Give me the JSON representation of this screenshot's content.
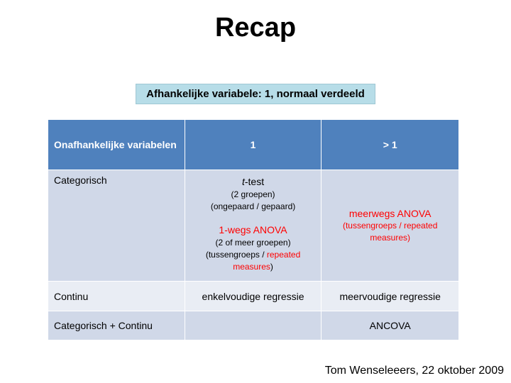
{
  "title": "Recap",
  "dependent_box": "Afhankelijke variabele: 1, normaal verdeeld",
  "table": {
    "header": {
      "col0": "Onafhankelijke variabelen",
      "col1": "1",
      "col2": "> 1"
    },
    "rows": {
      "categorisch": {
        "label": "Categorisch",
        "ttest_italic": "t",
        "ttest_rest": "-test",
        "ttest_line1": "(2 groepen)",
        "ttest_line2": "(ongepaard / gepaard)",
        "anova1_title": "1-wegs ANOVA",
        "anova1_line1": "(2 of meer groepen)",
        "anova1_line2_prefix": "(tussengroeps / ",
        "anova1_line2_red": "repeated",
        "anova1_line3_red": "measures",
        "anova1_line3_suffix": ")",
        "anova2_title": "meerwegs ANOVA",
        "anova2_line1": "(tussengroeps / repeated",
        "anova2_line2": "measures)"
      },
      "continu": {
        "label": "Continu",
        "col1": "enkelvoudige regressie",
        "col2": "meervoudige regressie"
      },
      "mixed": {
        "label": "Categorisch + Continu",
        "col1": "",
        "col2": "ANCOVA"
      }
    }
  },
  "footer": "Tom Wenseleeers, 22 oktober 2009",
  "colors": {
    "header_bg": "#4f81bd",
    "row_dark": "#d0d8e8",
    "row_light": "#e9edf4",
    "box_bg": "#b7dde8",
    "accent_red": "#ff0000"
  }
}
